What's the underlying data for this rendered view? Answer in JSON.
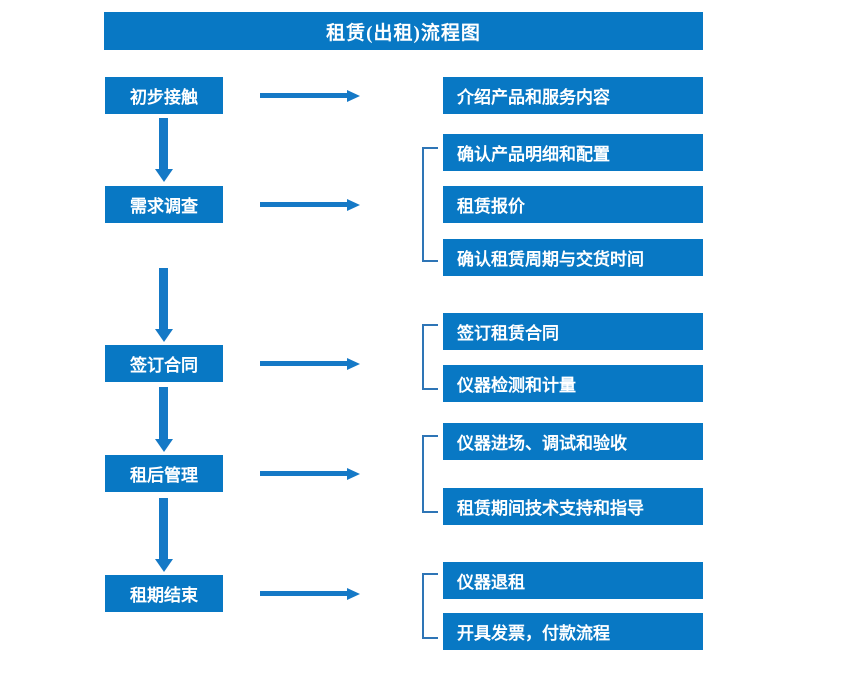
{
  "title": "租赁(出租)流程图",
  "colors": {
    "box_fill": "#0878C4",
    "box_text": "#FFFFFF",
    "arrow": "#1579C6",
    "bracket": "#2E75B6",
    "background": "#FFFFFF"
  },
  "stages": [
    {
      "label": "初步接触"
    },
    {
      "label": "需求调查"
    },
    {
      "label": "签订合同"
    },
    {
      "label": "租后管理"
    },
    {
      "label": "租期结束"
    }
  ],
  "details": [
    {
      "label": "介绍产品和服务内容"
    },
    {
      "label": "确认产品明细和配置"
    },
    {
      "label": "租赁报价"
    },
    {
      "label": "确认租赁周期与交货时间"
    },
    {
      "label": "签订租赁合同"
    },
    {
      "label": "仪器检测和计量"
    },
    {
      "label": "仪器进场、调试和验收"
    },
    {
      "label": "租赁期间技术支持和指导"
    },
    {
      "label": "仪器退租"
    },
    {
      "label": "开具发票，付款流程"
    }
  ]
}
